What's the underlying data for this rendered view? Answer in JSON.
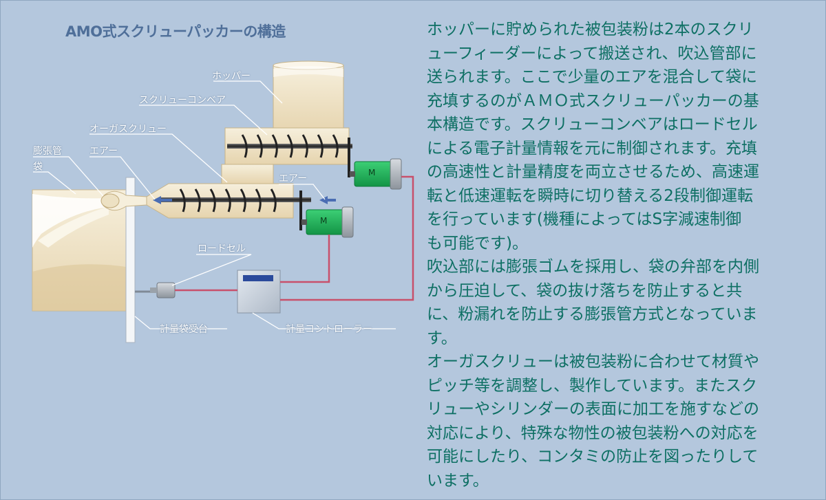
{
  "diagram": {
    "title": "AMO式スクリューパッカーの構造",
    "labels": {
      "hopper": "ホッパー",
      "screw_conveyor": "スクリューコンベア",
      "auger_screw": "オーガスクリュー",
      "air_left": "エアー",
      "air_right": "エアー",
      "expansion_tube": "膨張管",
      "bag": "袋",
      "load_cell": "ロードセル",
      "bag_stand": "計量袋受台",
      "controller": "計量コントローラー",
      "motor_upper": "M",
      "motor_lower": "M"
    },
    "colors": {
      "powder": "#efe2c4",
      "motor": "#21b25a",
      "wire": "#c8506b",
      "arrow": "#4a6db3"
    }
  },
  "description": {
    "paragraphs": [
      "ホッパーに貯められた被包装粉は2本のスクリ\nューフィーダーによって搬送され、吹込管部に\n送られます。ここで少量のエアを混合して袋に\n充填するのがＡＭＯ式スクリューパッカーの基\n本構造です。スクリューコンベアはロードセル\nによる電子計量情報を元に制御されます。充填\nの高速性と計量精度を両立させるため、高速運\n転と低速運転を瞬時に切り替える2段制御運転\nを行っています(機種によってはS字減速制御\nも可能です)。",
      "吹込部には膨張ゴムを採用し、袋の弁部を内側\nから圧迫して、袋の抜け落ちを防止すると共\nに、粉漏れを防止する膨張管方式となっていま\nす。",
      "オーガスクリューは被包装粉に合わせて材質や\nピッチ等を調整し、製作しています。またスク\nリューやシリンダーの表面に加工を施すなどの\n対応により、特殊な物性の被包装粉への対応を\n可能にしたり、コンタミの防止を図ったりして\nいます。"
    ]
  }
}
